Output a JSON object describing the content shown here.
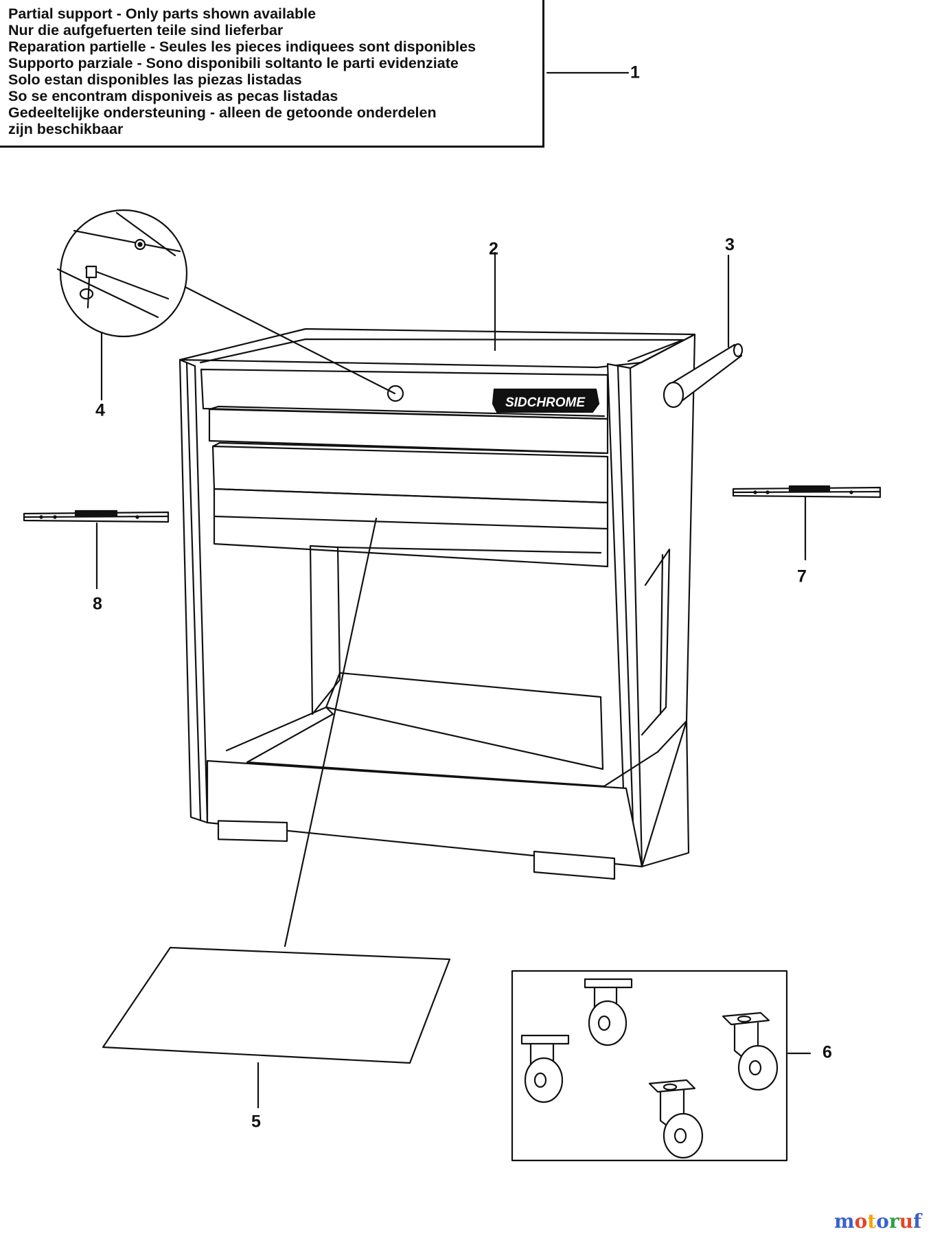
{
  "notice": {
    "lines": [
      "Partial support - Only parts shown available",
      "Nur die aufgefuerten teile sind lieferbar",
      "Reparation partielle - Seules les pieces indiquees sont disponibles",
      "Supporto parziale - Sono disponibili soltanto le parti evidenziate",
      "Solo estan disponibles las piezas listadas",
      "So se encontram disponiveis as pecas listadas",
      "Gedeeltelijke ondersteuning - alleen de getoonde onderdelen",
      "zijn beschikbaar"
    ]
  },
  "callouts": [
    "1",
    "2",
    "3",
    "4",
    "5",
    "6",
    "7",
    "8"
  ],
  "brand_badge": "SIDCHROME",
  "watermark": {
    "letters": [
      "m",
      "o",
      "t",
      "o",
      "r",
      "u",
      "f"
    ],
    "colors": [
      "#3a5fcd",
      "#e0452b",
      "#f2a600",
      "#3a5fcd",
      "#2f9e44",
      "#e0452b",
      "#3a5fcd"
    ]
  }
}
